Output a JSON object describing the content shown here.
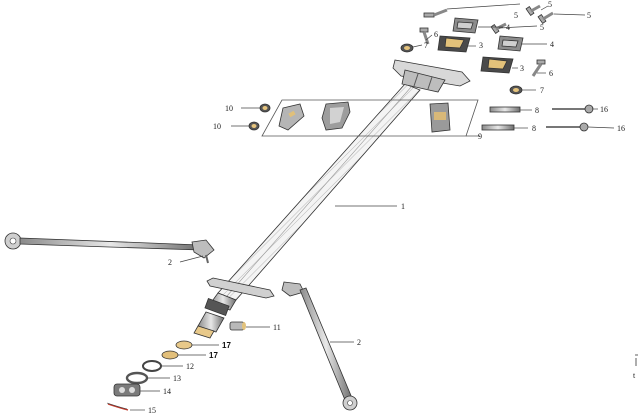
{
  "callouts": {
    "c1": "1",
    "c2a": "2",
    "c2b": "2",
    "c3a": "3",
    "c3b": "3",
    "c4a": "4",
    "c4b": "4",
    "c5a": "5",
    "c5b": "5",
    "c5c": "5",
    "c5d": "5",
    "c6a": "6",
    "c6b": "6",
    "c7a": "7",
    "c7b": "7",
    "c8a": "8",
    "c8b": "8",
    "c9": "9",
    "c10a": "10",
    "c10b": "10",
    "c11": "11",
    "c12": "12",
    "c13": "13",
    "c14": "14",
    "c15": "15",
    "c16a": "16",
    "c16b": "16",
    "c17a": "17",
    "c17b": "17"
  },
  "edge_marks": {
    "right_fragment": "t"
  }
}
